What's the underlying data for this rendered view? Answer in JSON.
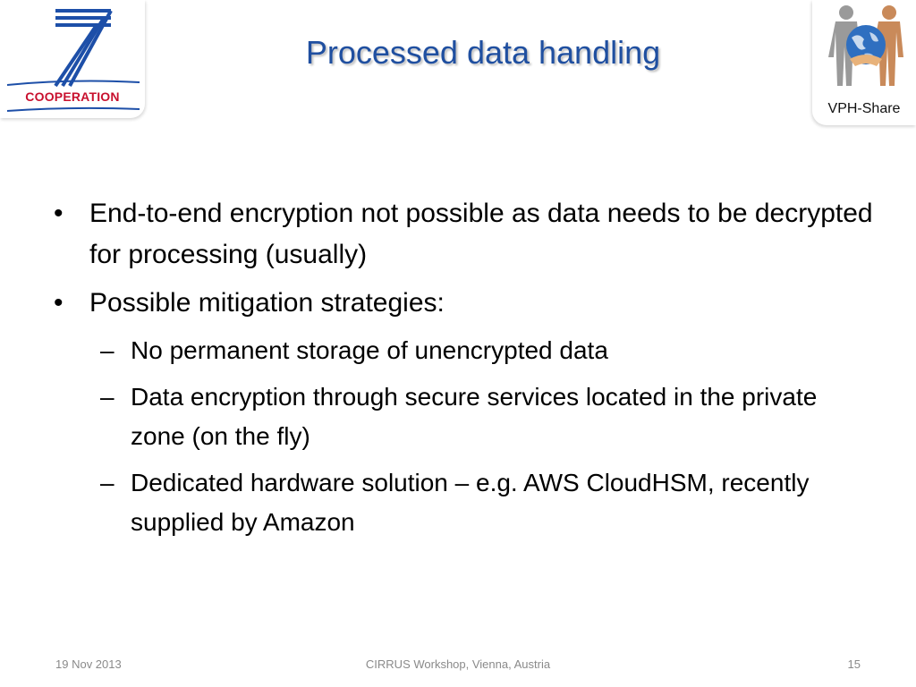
{
  "slide": {
    "title": "Processed data handling",
    "logos": {
      "left": {
        "name": "fp7-cooperation-logo",
        "text": "COOPERATION",
        "color": "#c8102e",
        "stripe_color": "#1d4fa8"
      },
      "right": {
        "name": "vph-share-logo",
        "text": "VPH-Share"
      }
    },
    "bullets": [
      {
        "level": 1,
        "marker": "•",
        "text": "End-to-end encryption not possible as data needs to be decrypted for processing (usually)"
      },
      {
        "level": 1,
        "marker": "•",
        "text": "Possible mitigation strategies:"
      },
      {
        "level": 2,
        "marker": "–",
        "text": "No permanent storage of unencrypted data"
      },
      {
        "level": 2,
        "marker": "–",
        "text": "Data encryption through secure services located in the private zone (on the fly)"
      },
      {
        "level": 2,
        "marker": "–",
        "text": "Dedicated hardware solution – e.g. AWS CloudHSM, recently supplied by Amazon"
      }
    ],
    "footer": {
      "date": "19 Nov 2013",
      "event": "CIRRUS Workshop, Vienna, Austria",
      "page_number": "15"
    },
    "colors": {
      "title": "#1f4fa0",
      "body_text": "#000000",
      "footer_text": "#8a8a8a"
    }
  }
}
